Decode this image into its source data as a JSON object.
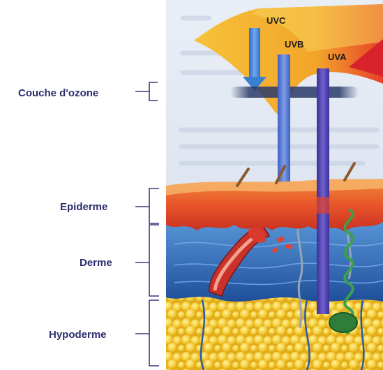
{
  "layers": {
    "ozone": "Couche d'ozone",
    "epidermis": "Epiderme",
    "dermis": "Derme",
    "hypodermis": "Hypoderme"
  },
  "rays": {
    "uvc": "UVC",
    "uvb": "UVB",
    "uva": "UVA"
  },
  "colors": {
    "label_text": "#2c2c6e",
    "uvc_beam": "#3b7fd0",
    "uvb_beam": "#4a6fd0",
    "uva_beam": "#4b40a8",
    "epidermis": "#e8542a",
    "dermis": "#2f6bb8",
    "hypodermis": "#f2c53a"
  }
}
